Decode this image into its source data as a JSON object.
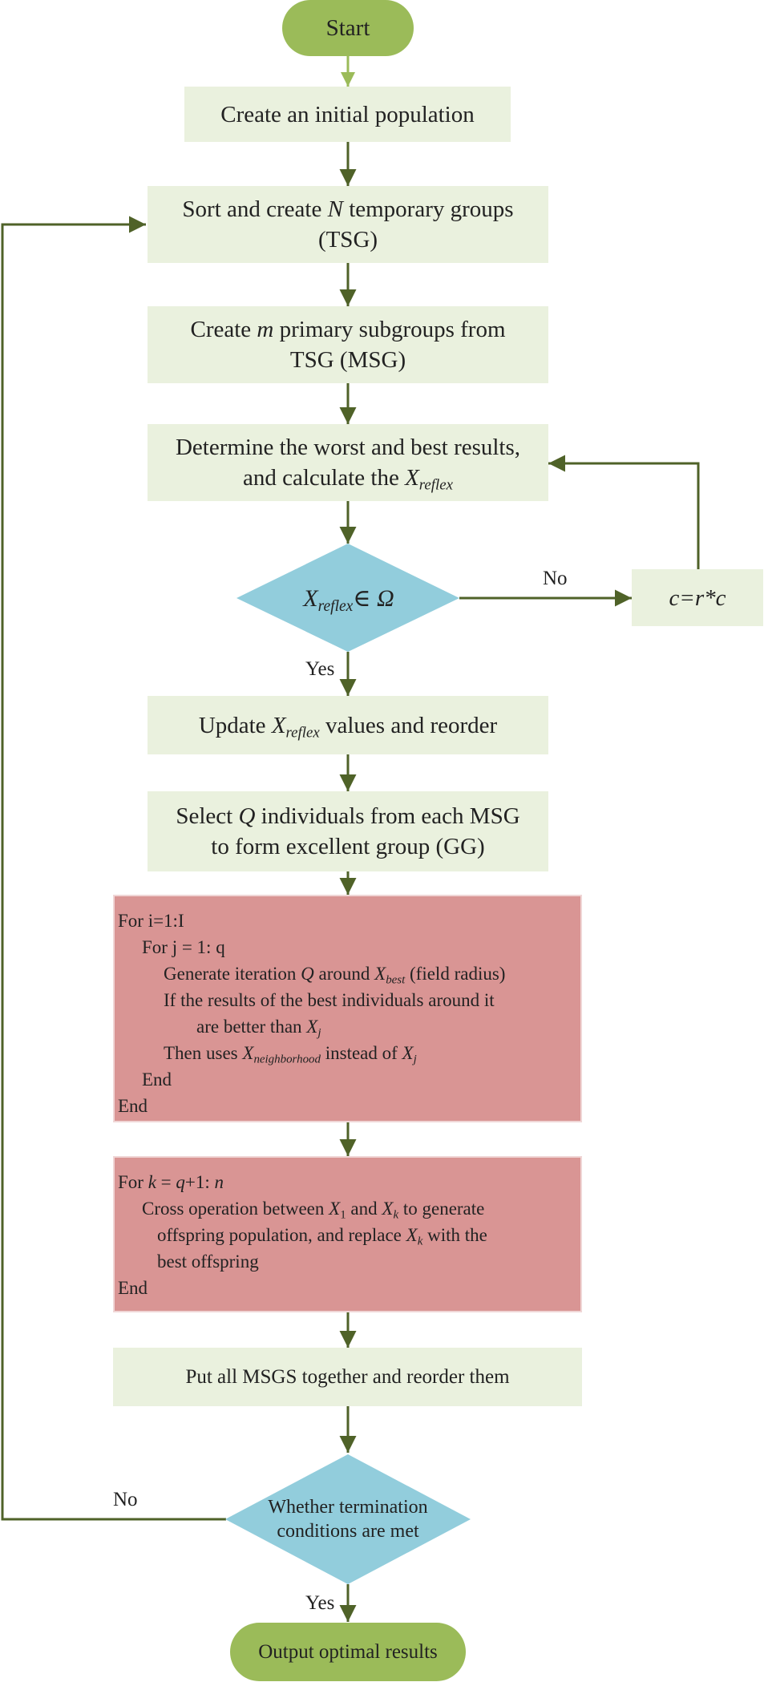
{
  "colors": {
    "terminal_fill": "#9bbb59",
    "process_fill": "#eaf1de",
    "decision_fill": "#92cddc",
    "code_fill": "#d99594",
    "arrow": "#4f6228"
  },
  "nodes": {
    "start": "Start",
    "init_pop": "Create an initial population",
    "sort_a": "Sort and create ",
    "sort_n": "N",
    "sort_b": " temporary groups",
    "sort_c": "(TSG)",
    "msg_a": "Create ",
    "msg_m": "m",
    "msg_b": " primary subgroups from",
    "msg_c": "TSG (MSG)",
    "det_a": "Determine the worst and best results,",
    "det_b": "and calculate the ",
    "x": "X",
    "reflex": "reflex",
    "dec1_rest": "∈  Ω",
    "c_update": "c=r*c",
    "upd_a": "Update ",
    "upd_b": " values and reorder",
    "sel_a": "Select ",
    "sel_q": "Q",
    "sel_b": " individuals from each MSG",
    "sel_c": "to form excellent group (GG)",
    "put_all": "Put all MSGS together and reorder them",
    "dec2_a": "Whether termination",
    "dec2_b": "conditions are met",
    "output": "Output optimal results"
  },
  "code1": {
    "l1": "For i=1:I",
    "l2": "For j = 1: q",
    "l3a": "Generate iteration ",
    "l3q": "Q",
    "l3b": " around ",
    "l3x": "X",
    "l3sub": "best",
    "l3c": " (field radius)",
    "l4": "If the results of the best individuals around it",
    "l5a": "are better than ",
    "l5x": "X",
    "l5sub": "j",
    "l6a": "Then uses ",
    "l6x": "X",
    "l6sub": "neighborhood",
    "l6b": " instead of ",
    "l6x2": "X",
    "l6sub2": "j",
    "l7": "End",
    "l8": "End"
  },
  "code2": {
    "l1a": "For ",
    "l1k": "k",
    "l1b": " = ",
    "l1q": "q",
    "l1c": "+1: ",
    "l1n": "n",
    "l2a": "Cross operation between ",
    "l2x": "X",
    "l2sub": "1",
    "l2b": " and ",
    "l2x2": "X",
    "l2sub2": "k",
    "l2c": " to generate",
    "l3a": "offspring population, and replace ",
    "l3x": "X",
    "l3sub": "k",
    "l3b": " with the",
    "l4": "best offspring",
    "l5": "End"
  },
  "edges": {
    "no1": "No",
    "yes1": "Yes",
    "no2": "No",
    "yes2": "Yes"
  }
}
